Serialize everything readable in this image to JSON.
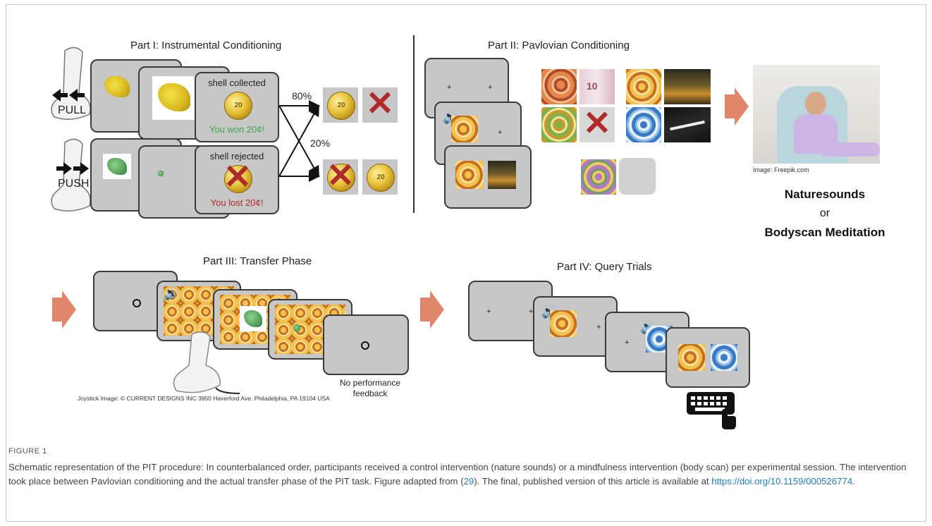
{
  "figure": {
    "part1_title": "Part I: Instrumental Conditioning",
    "part2_title": "Part II: Pavlovian Conditioning",
    "part3_title": "Part III: Transfer Phase",
    "part4_title": "Part IV: Query Trials",
    "pull_label": "PULL",
    "push_label": "PUSH",
    "shell_collected": "shell collected",
    "shell_rejected": "shell rejected",
    "you_won": "You won 20¢!",
    "you_lost": "You lost 20¢!",
    "coin_text": "20",
    "prob_high": "80%",
    "prob_low": "20%",
    "image_credit": "Image: Freepik.com",
    "intervention_a": "Naturesounds",
    "intervention_or": "or",
    "intervention_b": "Bodyscan Meditation",
    "no_feedback": "No performance feedback",
    "joystick_credit": "Joystick Image: © CURRENT DESIGNS INC 3950 Haverford Ave. Philadelphia, PA 19104 USA",
    "banknote_value": "10",
    "accent_red": "#b02a2a",
    "accent_green": "#3aa84a",
    "arrow_color": "#e0866a"
  },
  "caption": {
    "label": "FIGURE 1",
    "text": "Schematic representation of the PIT procedure: In counterbalanced order, participants received a control intervention (nature sounds) or a mindfulness intervention (body scan) per experimental session. The intervention took place between Pavlovian conditioning and the actual transfer phase of the PIT task. Figure adapted from (",
    "ref": "29",
    "text2": "). The final, published version of this article is available at ",
    "link": "https://doi.org/10.1159/000526774",
    "end": "."
  }
}
